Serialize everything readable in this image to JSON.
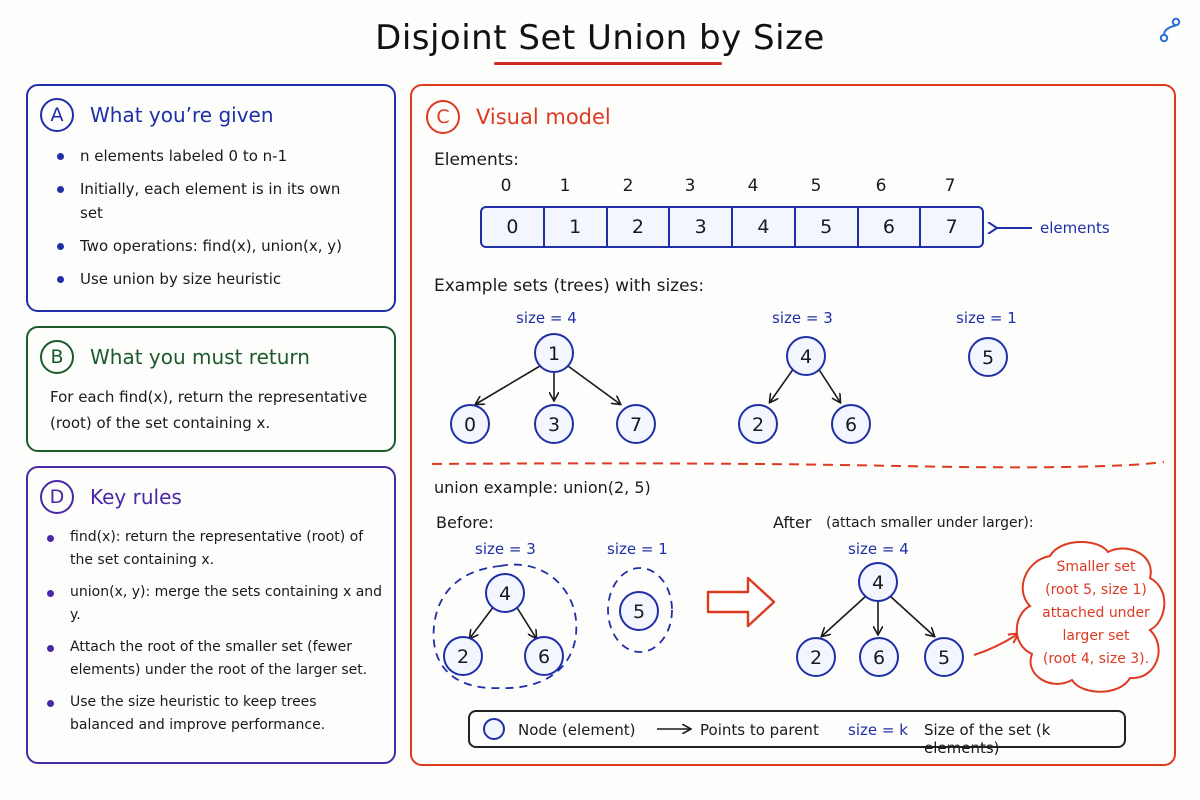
{
  "title": "Disjoint Set Union by Size",
  "panel_a": {
    "badge": "A",
    "heading": "What you’re given",
    "bullets": [
      "n elements labeled 0 to n-1",
      "Initially, each element is in its own set",
      "Two operations: find(x), union(x, y)",
      "Use union by size heuristic"
    ]
  },
  "panel_b": {
    "badge": "B",
    "heading": "What you must return",
    "text": "For each find(x), return the representative (root) of the set containing x."
  },
  "panel_d": {
    "badge": "D",
    "heading": "Key rules",
    "bullets": [
      "find(x): return the representative (root) of the set containing x.",
      "union(x, y): merge the sets containing x and y.",
      "Attach the root of the smaller set (fewer elements) under the root of the larger set.",
      "Use the size heuristic to keep trees balanced and improve performance."
    ]
  },
  "panel_c": {
    "badge": "C",
    "heading": "Visual model",
    "elements_label": "Elements:",
    "indices": [
      "0",
      "1",
      "2",
      "3",
      "4",
      "5",
      "6",
      "7"
    ],
    "cells": [
      "0",
      "1",
      "2",
      "3",
      "4",
      "5",
      "6",
      "7"
    ],
    "elements_arrow_label": "elements",
    "example_label": "Example sets (trees) with sizes:",
    "sets": [
      {
        "size_label": "size = 4",
        "root": "1",
        "children": [
          "0",
          "3",
          "7"
        ]
      },
      {
        "size_label": "size = 3",
        "root": "4",
        "children": [
          "2",
          "6"
        ]
      },
      {
        "size_label": "size = 1",
        "root": "5",
        "children": []
      }
    ],
    "union_label": "union example: union(2, 5)",
    "before_label": "Before:",
    "after_label": "After",
    "after_note": "(attach smaller under larger):",
    "before_sets": [
      {
        "size_label": "size = 3",
        "root": "4",
        "children": [
          "2",
          "6"
        ]
      },
      {
        "size_label": "size = 1",
        "root": "5",
        "children": []
      }
    ],
    "after_set": {
      "size_label": "size = 4",
      "root": "4",
      "children": [
        "2",
        "6",
        "5"
      ]
    },
    "cloud_lines": [
      "Smaller set",
      "(root 5, size 1)",
      "attached under",
      "larger set",
      "(root 4, size 3)."
    ],
    "legend": {
      "node": "Node (element)",
      "arrow": "Points to parent",
      "size_key": "size = k",
      "size_desc": "Size of the set (k elements)"
    }
  },
  "colors": {
    "blue": "#1f2fa8",
    "green": "#1c5a2c",
    "purple": "#4a27a5",
    "red": "#dd3a22"
  }
}
